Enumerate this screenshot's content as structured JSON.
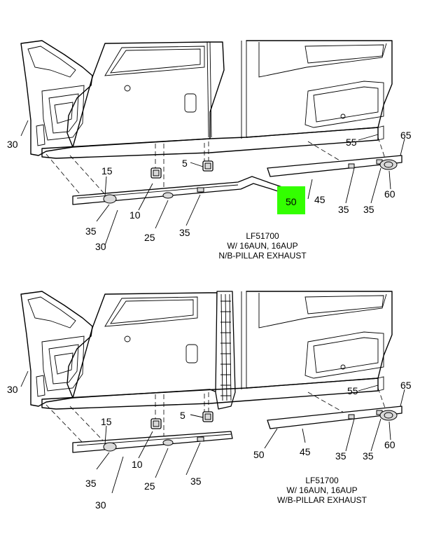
{
  "highlight_color": "#33ff00",
  "diagrams": [
    {
      "caption": [
        "LF51700",
        "W/ 16AUN, 16AUP",
        "N/B-PILLAR EXHAUST"
      ],
      "labels": {
        "p30a": "30",
        "p15": "15",
        "p10": "10",
        "p25": "25",
        "p35a": "35",
        "p30b": "30",
        "p5": "5",
        "p35b": "35",
        "p55": "55",
        "p65": "65",
        "p45": "45",
        "p35c": "35",
        "p35d": "35",
        "p60": "60",
        "p50": "50"
      }
    },
    {
      "caption": [
        "LF51700",
        "W/ 16AUN, 16AUP",
        "W/B-PILLAR EXHAUST"
      ],
      "labels": {
        "p30a": "30",
        "p15": "15",
        "p10": "10",
        "p25": "25",
        "p35a": "35",
        "p30b": "30",
        "p5": "5",
        "p35b": "35",
        "p55": "55",
        "p65": "65",
        "p45": "45",
        "p35c": "35",
        "p35d": "35",
        "p60": "60",
        "p50": "50"
      }
    }
  ]
}
